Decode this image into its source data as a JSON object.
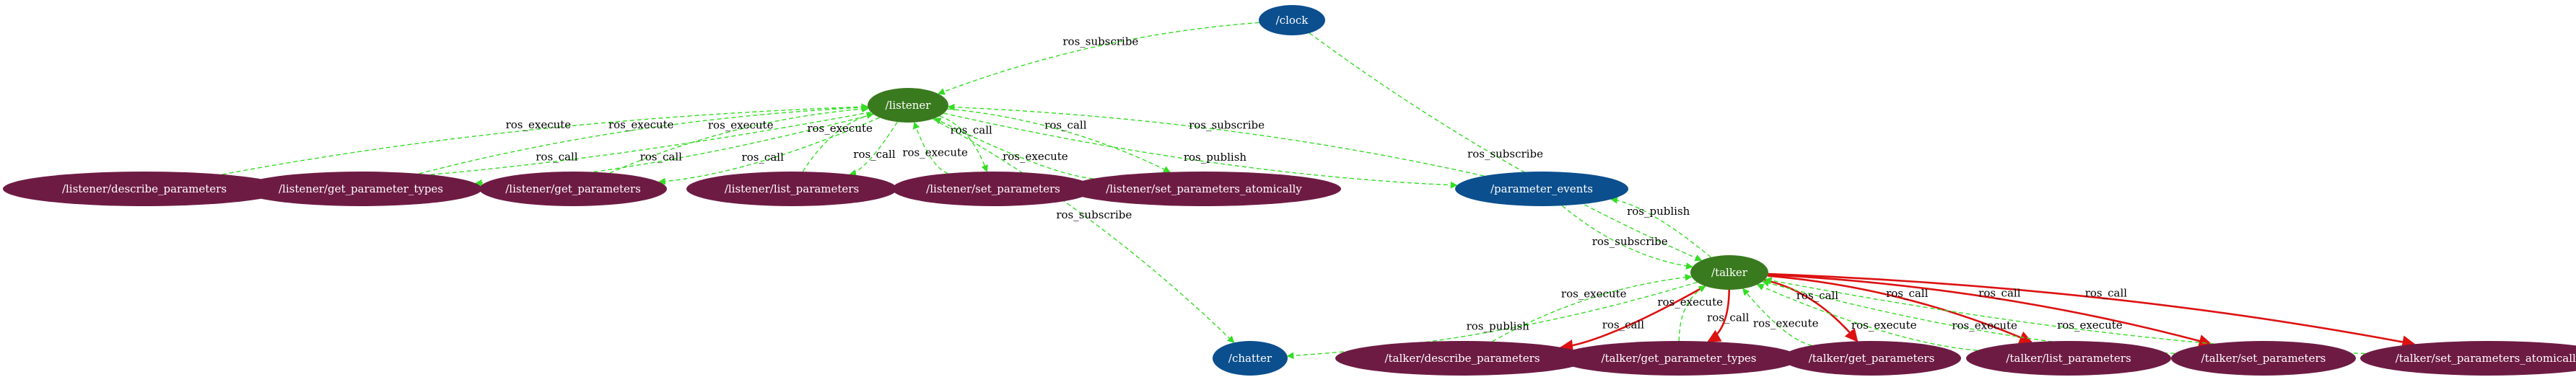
{
  "colors": {
    "topic": "#0b4f8e",
    "node_ros": "#3a7a1f",
    "service": "#6e1b44",
    "edge_green": "#33dd22",
    "edge_red": "#dd1111",
    "label_text": "#ffffff"
  },
  "nodes": [
    {
      "id": "clock",
      "label": "/clock",
      "kind": "topic"
    },
    {
      "id": "listener",
      "label": "/listener",
      "kind": "ros"
    },
    {
      "id": "l_desc",
      "label": "/listener/describe_parameters",
      "kind": "service"
    },
    {
      "id": "l_types",
      "label": "/listener/get_parameter_types",
      "kind": "service"
    },
    {
      "id": "l_get",
      "label": "/listener/get_parameters",
      "kind": "service"
    },
    {
      "id": "l_list",
      "label": "/listener/list_parameters",
      "kind": "service"
    },
    {
      "id": "l_set",
      "label": "/listener/set_parameters",
      "kind": "service"
    },
    {
      "id": "l_atom",
      "label": "/listener/set_parameters_atomically",
      "kind": "service"
    },
    {
      "id": "param_events",
      "label": "/parameter_events",
      "kind": "topic"
    },
    {
      "id": "talker",
      "label": "/talker",
      "kind": "ros"
    },
    {
      "id": "chatter",
      "label": "/chatter",
      "kind": "topic"
    },
    {
      "id": "t_desc",
      "label": "/talker/describe_parameters",
      "kind": "service"
    },
    {
      "id": "t_types",
      "label": "/talker/get_parameter_types",
      "kind": "service"
    },
    {
      "id": "t_get",
      "label": "/talker/get_parameters",
      "kind": "service"
    },
    {
      "id": "t_list",
      "label": "/talker/list_parameters",
      "kind": "service"
    },
    {
      "id": "t_set",
      "label": "/talker/set_parameters",
      "kind": "service"
    },
    {
      "id": "t_atom",
      "label": "/talker/set_parameters_atomically",
      "kind": "service"
    }
  ],
  "edges": [
    {
      "from": "clock",
      "to": "listener",
      "label": "ros_subscribe",
      "style": "dashed"
    },
    {
      "from": "clock",
      "to": "talker",
      "label": "ros_subscribe",
      "style": "dashed"
    },
    {
      "from": "listener",
      "to": "l_desc",
      "label": "ros_call",
      "style": "dashed"
    },
    {
      "from": "l_desc",
      "to": "listener",
      "label": "ros_execute",
      "style": "dashed"
    },
    {
      "from": "listener",
      "to": "l_types",
      "label": "ros_call",
      "style": "dashed"
    },
    {
      "from": "l_types",
      "to": "listener",
      "label": "ros_execute",
      "style": "dashed"
    },
    {
      "from": "listener",
      "to": "l_get",
      "label": "ros_call",
      "style": "dashed"
    },
    {
      "from": "l_get",
      "to": "listener",
      "label": "ros_execute",
      "style": "dashed"
    },
    {
      "from": "listener",
      "to": "l_list",
      "label": "ros_call",
      "style": "dashed"
    },
    {
      "from": "l_list",
      "to": "listener",
      "label": "ros_execute",
      "style": "dashed"
    },
    {
      "from": "listener",
      "to": "l_set",
      "label": "ros_call",
      "style": "dashed"
    },
    {
      "from": "l_set",
      "to": "listener",
      "label": "ros_execute",
      "style": "dashed"
    },
    {
      "from": "listener",
      "to": "l_atom",
      "label": "ros_call",
      "style": "dashed"
    },
    {
      "from": "l_atom",
      "to": "listener",
      "label": "ros_execute",
      "style": "dashed"
    },
    {
      "from": "listener",
      "to": "param_events",
      "label": "ros_publish",
      "style": "dashed"
    },
    {
      "from": "param_events",
      "to": "listener",
      "label": "ros_subscribe",
      "style": "dashed"
    },
    {
      "from": "listener",
      "to": "chatter",
      "label": "ros_subscribe",
      "style": "dashed"
    },
    {
      "from": "param_events",
      "to": "talker",
      "label": "ros_subscribe",
      "style": "dashed"
    },
    {
      "from": "talker",
      "to": "param_events",
      "label": "ros_publish",
      "style": "dashed"
    },
    {
      "from": "talker",
      "to": "chatter",
      "label": "ros_publish",
      "style": "dashed"
    },
    {
      "from": "talker",
      "to": "t_desc",
      "label": "ros_call",
      "style": "solid"
    },
    {
      "from": "t_desc",
      "to": "talker",
      "label": "ros_execute",
      "style": "dashed"
    },
    {
      "from": "talker",
      "to": "t_types",
      "label": "ros_call",
      "style": "solid"
    },
    {
      "from": "t_types",
      "to": "talker",
      "label": "ros_execute",
      "style": "dashed"
    },
    {
      "from": "talker",
      "to": "t_get",
      "label": "ros_call",
      "style": "solid"
    },
    {
      "from": "t_get",
      "to": "talker",
      "label": "ros_execute",
      "style": "dashed"
    },
    {
      "from": "talker",
      "to": "t_list",
      "label": "ros_call",
      "style": "solid"
    },
    {
      "from": "t_list",
      "to": "talker",
      "label": "ros_execute",
      "style": "dashed"
    },
    {
      "from": "talker",
      "to": "t_set",
      "label": "ros_call",
      "style": "solid"
    },
    {
      "from": "t_set",
      "to": "talker",
      "label": "ros_execute",
      "style": "dashed"
    },
    {
      "from": "talker",
      "to": "t_atom",
      "label": "ros_call",
      "style": "solid"
    },
    {
      "from": "t_atom",
      "to": "talker",
      "label": "ros_execute",
      "style": "dashed"
    }
  ]
}
